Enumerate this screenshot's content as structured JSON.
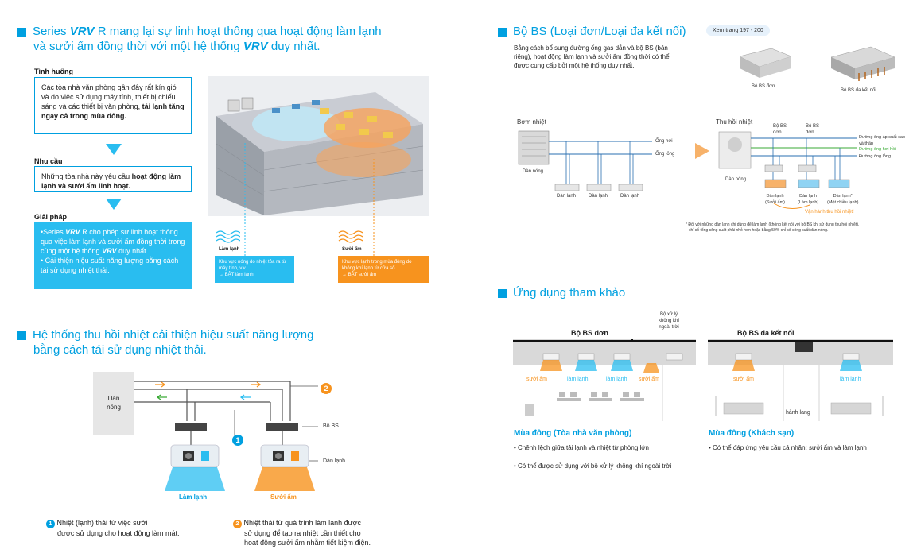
{
  "left_top": {
    "title_line1_pre": "Series ",
    "title_line1_brand": "VRV",
    "title_line1_post": " R mang lại sự linh hoạt thông qua hoạt động làm lạnh",
    "title_line2_pre": "và sưởi ấm đồng thời với một hệ thống ",
    "title_line2_brand": "VRV",
    "title_line2_post": " duy nhất.",
    "situation_label": "Tình huống",
    "situation_text": "Các tòa nhà văn phòng gần đây rất kín gió và do việc sử dụng máy tính, thiết bị chiếu sáng và các thiết bị văn phòng, ",
    "situation_bold": "tải lạnh tăng ngay cả trong mùa đông.",
    "needs_label": "Nhu cầu",
    "needs_text": "Những tòa nhà này yêu cầu ",
    "needs_bold": "hoạt động làm lạnh và sưởi ấm linh hoạt.",
    "solution_label": "Giải pháp",
    "solution_b1_pre": "•Series ",
    "solution_b1_brand": "VRV",
    "solution_b1_post": " R cho phép sự linh hoạt thông qua việc làm lạnh và sưởi ấm đồng thời trong cùng một hệ thống ",
    "solution_b1_brand2": "VRV",
    "solution_b1_end": " duy nhất.",
    "solution_b2": "• Cải thiện hiệu suất năng lượng bằng cách tái sử dụng nhiệt thải.",
    "cool_label": "Làm lạnh",
    "heat_label": "Sưởi ấm",
    "cool_note": "Khu vực nóng do nhiệt tỏa ra từ máy tính, v.v.\n→ BẬT làm lạnh",
    "heat_note": "Khu vực lạnh trong mùa đông do không khí lạnh từ cửa sổ\n→ BẬT sưởi ấm"
  },
  "left_bottom": {
    "title_line1": "Hệ thống thu hồi nhiệt cải thiện hiệu suất năng lượng",
    "title_line2": "bằng cách tái sử dụng nhiệt thải.",
    "outdoor_line1": "Dàn",
    "outdoor_line2": "nóng",
    "bs_label": "Bộ BS",
    "indoor_label": "Dàn lạnh",
    "cool_label": "Làm lạnh",
    "heat_label": "Sưởi ấm",
    "num1": "1",
    "num2": "2",
    "note1_line1": "Nhiệt (lạnh) thải từ việc sưởi",
    "note1_line2": "được sử dụng cho hoạt động làm mát.",
    "note2_line1": "Nhiệt thải từ quá trình làm lạnh được",
    "note2_line2": "sử dụng để tạo ra nhiệt cần thiết cho",
    "note2_line3": "hoạt động sưởi ấm nhằm tiết kiệm điện."
  },
  "right_top": {
    "title": "Bộ BS (Loại đơn/Loại đa kết nối)",
    "badge": "Xem trang 197 - 200",
    "desc_line1": "Bằng cách bổ sung đường ống gas dẫn và bộ BS (bán",
    "desc_line2": "riêng), hoạt động làm lạnh và sưởi ấm đồng thời có thể",
    "desc_line3": "được cung cấp bởi một hệ thống duy nhất.",
    "bs_single": "Bộ BS đơn",
    "bs_multi": "Bộ BS đa kết nối",
    "heat_pump": "Bơm nhiệt",
    "heat_recovery": "Thu hồi nhiệt",
    "outdoor": "Dàn nóng",
    "gas_pipe": "Ống hơi",
    "liquid_pipe": "Ống lỏng",
    "indoor": "Dàn lạnh",
    "bs_unit_1": "Bộ BS",
    "bs_unit_1b": "đơn",
    "bs_unit_2": "Bộ BS",
    "bs_unit_2b": "đơn",
    "pipe_lp1": "Đường ống áp suất cao",
    "pipe_lp2": "và thấp",
    "pipe_hot": "Đường ống hơi hồi",
    "pipe_liquid": "Đường ống lỏng",
    "indoor_heat": "Dàn lạnh",
    "indoor_heat_b": "(Sưởi ấm)",
    "indoor_cool": "Dàn lạnh",
    "indoor_cool_b": "(Làm lạnh)",
    "indoor_one": "Dàn lạnh*",
    "indoor_one_b": "(Một chiều lạnh)",
    "recovery_note": "Vận hành thu hồi nhiệt!",
    "footnote1": "* Đối với những dàn lạnh chỉ dùng để làm lạnh (không kết nối với bộ BS khi sử dụng thu hồi nhiệt),",
    "footnote2": "chỉ số tổng công suất phải nhỏ hơn hoặc bằng 50% chỉ số công suất dàn nóng."
  },
  "right_bottom": {
    "title": "Ứng dụng tham khảo",
    "bs_single": "Bộ BS đơn",
    "bs_multi": "Bộ BS đa kết nối",
    "ahu_line1": "Bộ xử lý",
    "ahu_line2": "không khí",
    "ahu_line3": "ngoài trời",
    "heat": "sưởi ấm",
    "cool": "làm lạnh",
    "corridor": "hành lang",
    "office_title": "Mùa đông (Tòa nhà văn phòng)",
    "office_b1": "• Chênh lệch giữa tải lạnh và nhiệt từ phòng lớn",
    "office_b2": "• Có thể được sử dụng với bộ xử lý không khí ngoài trời",
    "hotel_title": "Mùa đông (Khách sạn)",
    "hotel_b1": "• Có thể đáp ứng yêu cầu cá nhân: sưởi ấm và làm lạnh"
  },
  "colors": {
    "accent": "#00a0e0",
    "light_blue": "#29bdf0",
    "orange": "#f7931e"
  }
}
